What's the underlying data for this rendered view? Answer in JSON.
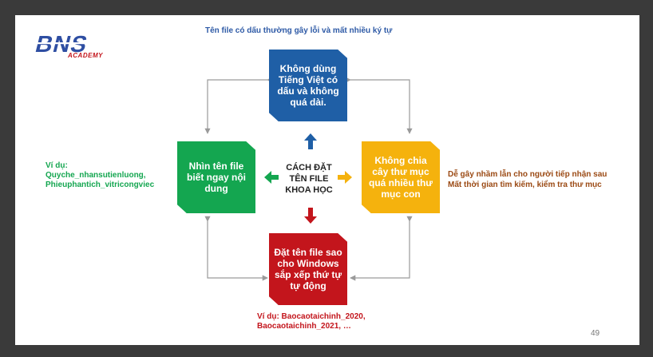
{
  "logo": {
    "main": "BNS",
    "sub": "ACADEMY",
    "color": "#2e4ea2"
  },
  "top_note": "Tên file có dấu thường gây lỗi và mất nhiều ký tự",
  "center_label": [
    "CÁCH ĐẶT",
    "TÊN FILE",
    "KHOA HỌC"
  ],
  "boxes": {
    "top": {
      "lines": [
        "Không dùng",
        "Tiếng Việt có",
        "dấu và không",
        "quá dài."
      ],
      "color": "#1f5fa6"
    },
    "left": {
      "lines": [
        "Nhìn tên file",
        "biết ngay nội",
        "dung"
      ],
      "color": "#14a650"
    },
    "right": {
      "lines": [
        "Không chia",
        "cây thư mục",
        "quá nhiều thư",
        "mục con"
      ],
      "color": "#f5b20d"
    },
    "bottom": {
      "lines": [
        "Đặt tên file sao",
        "cho Windows",
        "sắp xếp thứ tự",
        "tự động"
      ],
      "color": "#c3151c"
    }
  },
  "example_left": [
    "Ví dụ:",
    "Quyche_nhansutienluong,",
    "Phieuphantich_vitricongviec"
  ],
  "side_right": [
    "Dễ gây nhầm lẫn cho người tiếp nhận sau",
    "Mất thời gian tìm kiếm, kiểm tra thư mục"
  ],
  "example_bottom": [
    "Ví dụ: Baocaotaichinh_2020,",
    "Baocaotaichinh_2021, …"
  ],
  "page_number": "49"
}
